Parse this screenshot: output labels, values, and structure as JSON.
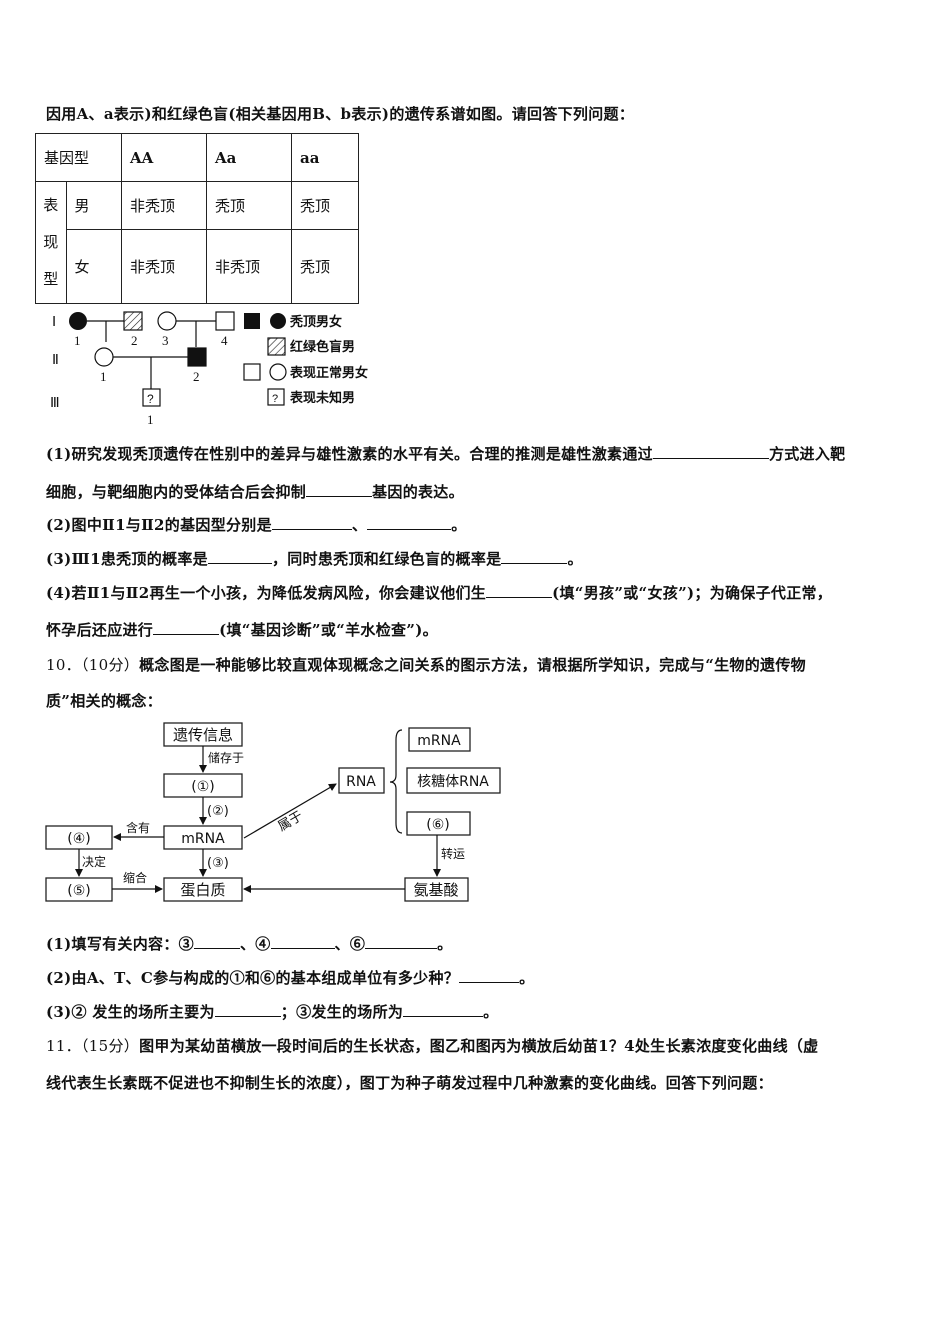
{
  "intro": "因用A、a表示)和红绿色盲(相关基因用B、b表示)的遗传系谱如图。请回答下列问题：",
  "table": {
    "header": [
      "基因型",
      "AA",
      "Aa",
      "aa"
    ],
    "phenotype_label": [
      "表",
      "现",
      "型"
    ],
    "rows": [
      {
        "sex": "男",
        "values": [
          "非秃顶",
          "秃顶",
          "秃顶"
        ]
      },
      {
        "sex": "女",
        "values": [
          "非秃顶",
          "非秃顶",
          "秃顶"
        ]
      }
    ]
  },
  "pedigree": {
    "generations": [
      "Ⅰ",
      "Ⅱ",
      "Ⅲ"
    ],
    "gen1_numbers": [
      "1",
      "2",
      "3",
      "4"
    ],
    "gen2_numbers": [
      "1",
      "2"
    ],
    "gen3_numbers": [
      "1"
    ],
    "unknown_symbol": "?",
    "legend": [
      "秃顶男女",
      "红绿色盲男",
      "表现正常男女",
      "表现未知男"
    ]
  },
  "q9": {
    "p1a": "(1)研究发现秃顶遗传在性别中的差异与雄性激素的水平有关。合理的推测是雄性激素通过",
    "p1b": "方式进入靶",
    "p1c": "细胞，与靶细胞内的受体结合后会抑制",
    "p1d": "基因的表达。",
    "p2a": "(2)图中Ⅱ1与Ⅱ2的基因型分别是",
    "p2b": "、",
    "p2c": "。",
    "p3a": "(3)Ⅲ1患秃顶的概率是",
    "p3b": "，同时患秃顶和红绿色盲的概率是",
    "p3c": "。",
    "p4a": "(4)若Ⅱ1与Ⅱ2再生一个小孩，为降低发病风险，你会建议他们生",
    "p4b": "(填“男孩”或“女孩”)；为确保子代正常，",
    "p4c": "怀孕后还应进行",
    "p4d": "(填“基因诊断”或“羊水检查”)。"
  },
  "q10": {
    "number": "10．",
    "score": "（10分）",
    "stem1": "概念图是一种能够比较直观体现概念之间关系的图示方法，请根据所学知识，完成与“生物的遗传物",
    "stem2": "质”相关的概念：",
    "concept_map": {
      "genetic_info": "遗传信息",
      "stored_in": "储存于",
      "blank1": "(①)",
      "blank2_arrow": "(②)",
      "mrna": "mRNA",
      "contains": "含有",
      "blank4": "(④)",
      "determines": "决定",
      "blank5": "(⑤)",
      "condense": "缩合",
      "protein": "蛋白质",
      "blank3_arrow": "(③)",
      "belongs_to": "属于",
      "rna": "RNA",
      "rna_mrna": "mRNA",
      "rrna": "核糖体RNA",
      "blank6": "(⑥)",
      "transport": "转运",
      "amino_acid": "氨基酸"
    },
    "s1a": "(1)填写有关内容：③",
    "s1b": "、④",
    "s1c": "、⑥",
    "s1d": "。",
    "s2a": "(2)由A、T、C参与构成的①和⑥的基本组成单位有多少种？",
    "s2b": "。",
    "s3a": "(3)② 发生的场所主要为",
    "s3b": "；③发生的场所为",
    "s3c": "。"
  },
  "q11": {
    "number": "11．",
    "score": "（15分）",
    "stem1": "图甲为某幼苗横放一段时间后的生长状态，图乙和图丙为横放后幼苗1？4处生长素浓度变化曲线（虚",
    "stem2": "线代表生长素既不促进也不抑制生长的浓度），图丁为种子萌发过程中几种激素的变化曲线。回答下列问题："
  }
}
